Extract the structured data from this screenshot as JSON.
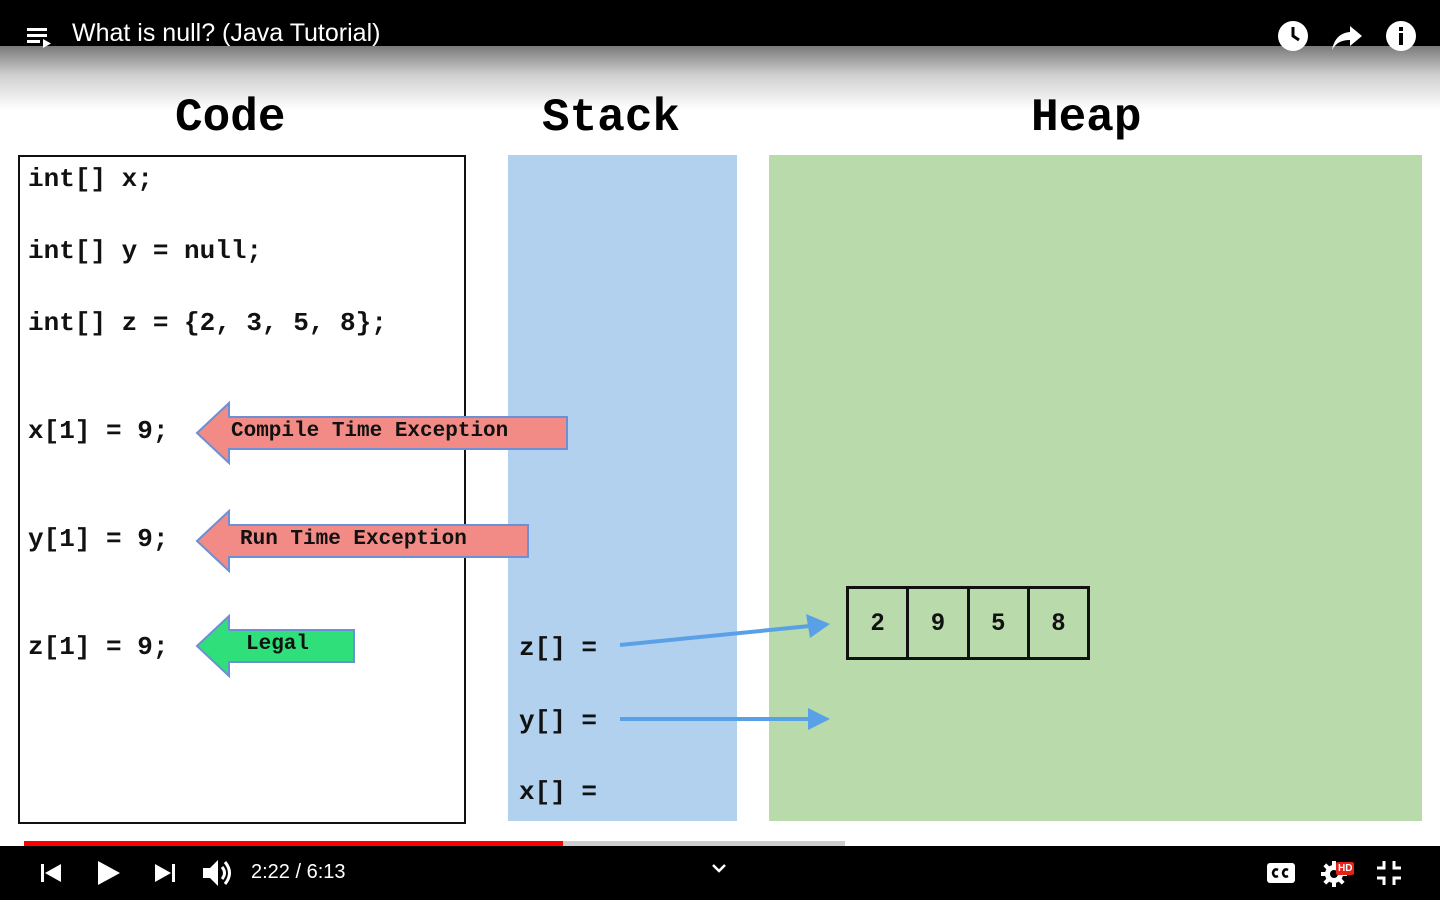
{
  "video": {
    "title": "What is null? (Java Tutorial)",
    "current_time": "2:22",
    "duration": "6:13",
    "time_display": "2:22 / 6:13",
    "progress_fraction": 0.387,
    "buffered_fraction": 0.59,
    "hd_badge": "HD"
  },
  "slide": {
    "headings": {
      "code": "Code",
      "stack": "Stack",
      "heap": "Heap"
    },
    "code_lines": [
      "int[] x;",
      "int[] y = null;",
      "int[] z = {2, 3, 5, 8};",
      "x[1] = 9;",
      "y[1] = 9;",
      "z[1] = 9;"
    ],
    "labels": {
      "compile": "Compile Time Exception",
      "runtime": "Run Time Exception",
      "legal": "Legal"
    },
    "stack_vars": [
      "z[] =",
      "y[] =",
      "x[] ="
    ],
    "heap_array": [
      "2",
      "9",
      "5",
      "8"
    ]
  },
  "colors": {
    "stack": "#b1d1ef",
    "heap": "#b9daaa",
    "exception_arrow": "#f28b86",
    "legal_arrow": "#2fe07a",
    "pointer_arrow": "#5aa0e6",
    "progress": "#ff0000"
  },
  "icons": {
    "playlist": "playlist-icon",
    "watch_later": "clock-icon",
    "share": "share-icon",
    "info": "info-icon",
    "prev": "skip-previous-icon",
    "play": "play-icon",
    "next": "skip-next-icon",
    "volume": "volume-icon",
    "expand": "chevron-down-icon",
    "captions": "cc-icon",
    "settings": "gear-icon",
    "exit_fullscreen": "exit-fullscreen-icon"
  }
}
